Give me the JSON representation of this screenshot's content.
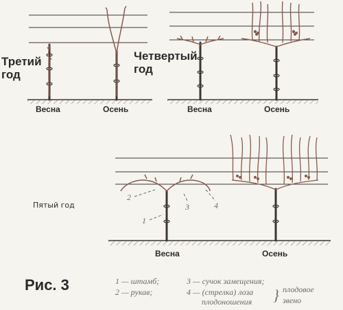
{
  "labels": {
    "third_year_line1": "Третий",
    "third_year_line2": "год",
    "fourth_year_line1": "Четвертый",
    "fourth_year_line2": "год",
    "fifth_year": "Пятый год",
    "spring_1": "Весна",
    "autumn_1": "Осень",
    "spring_2": "Весна",
    "autumn_2": "Осень",
    "spring_3": "Весна",
    "autumn_3": "Осень",
    "figure": "Рис. 3"
  },
  "callouts": [
    "1",
    "2",
    "3",
    "4"
  ],
  "legend": {
    "item1": "1 — штамб;",
    "item2": "2 — рукав;",
    "item3": "3 — сучок замещения;",
    "item4_line1": "4 — (стрелка) лоза",
    "item4_line2": "плодоношения",
    "bracket": "}",
    "fruit_line1": "плодовое",
    "fruit_line2": "звено"
  },
  "colors": {
    "ink": "#3a3634",
    "vine": "#8a5a4e",
    "hatch": "#8a8680",
    "legend": "#6b6b6b",
    "paper": "#f6f4ef"
  }
}
